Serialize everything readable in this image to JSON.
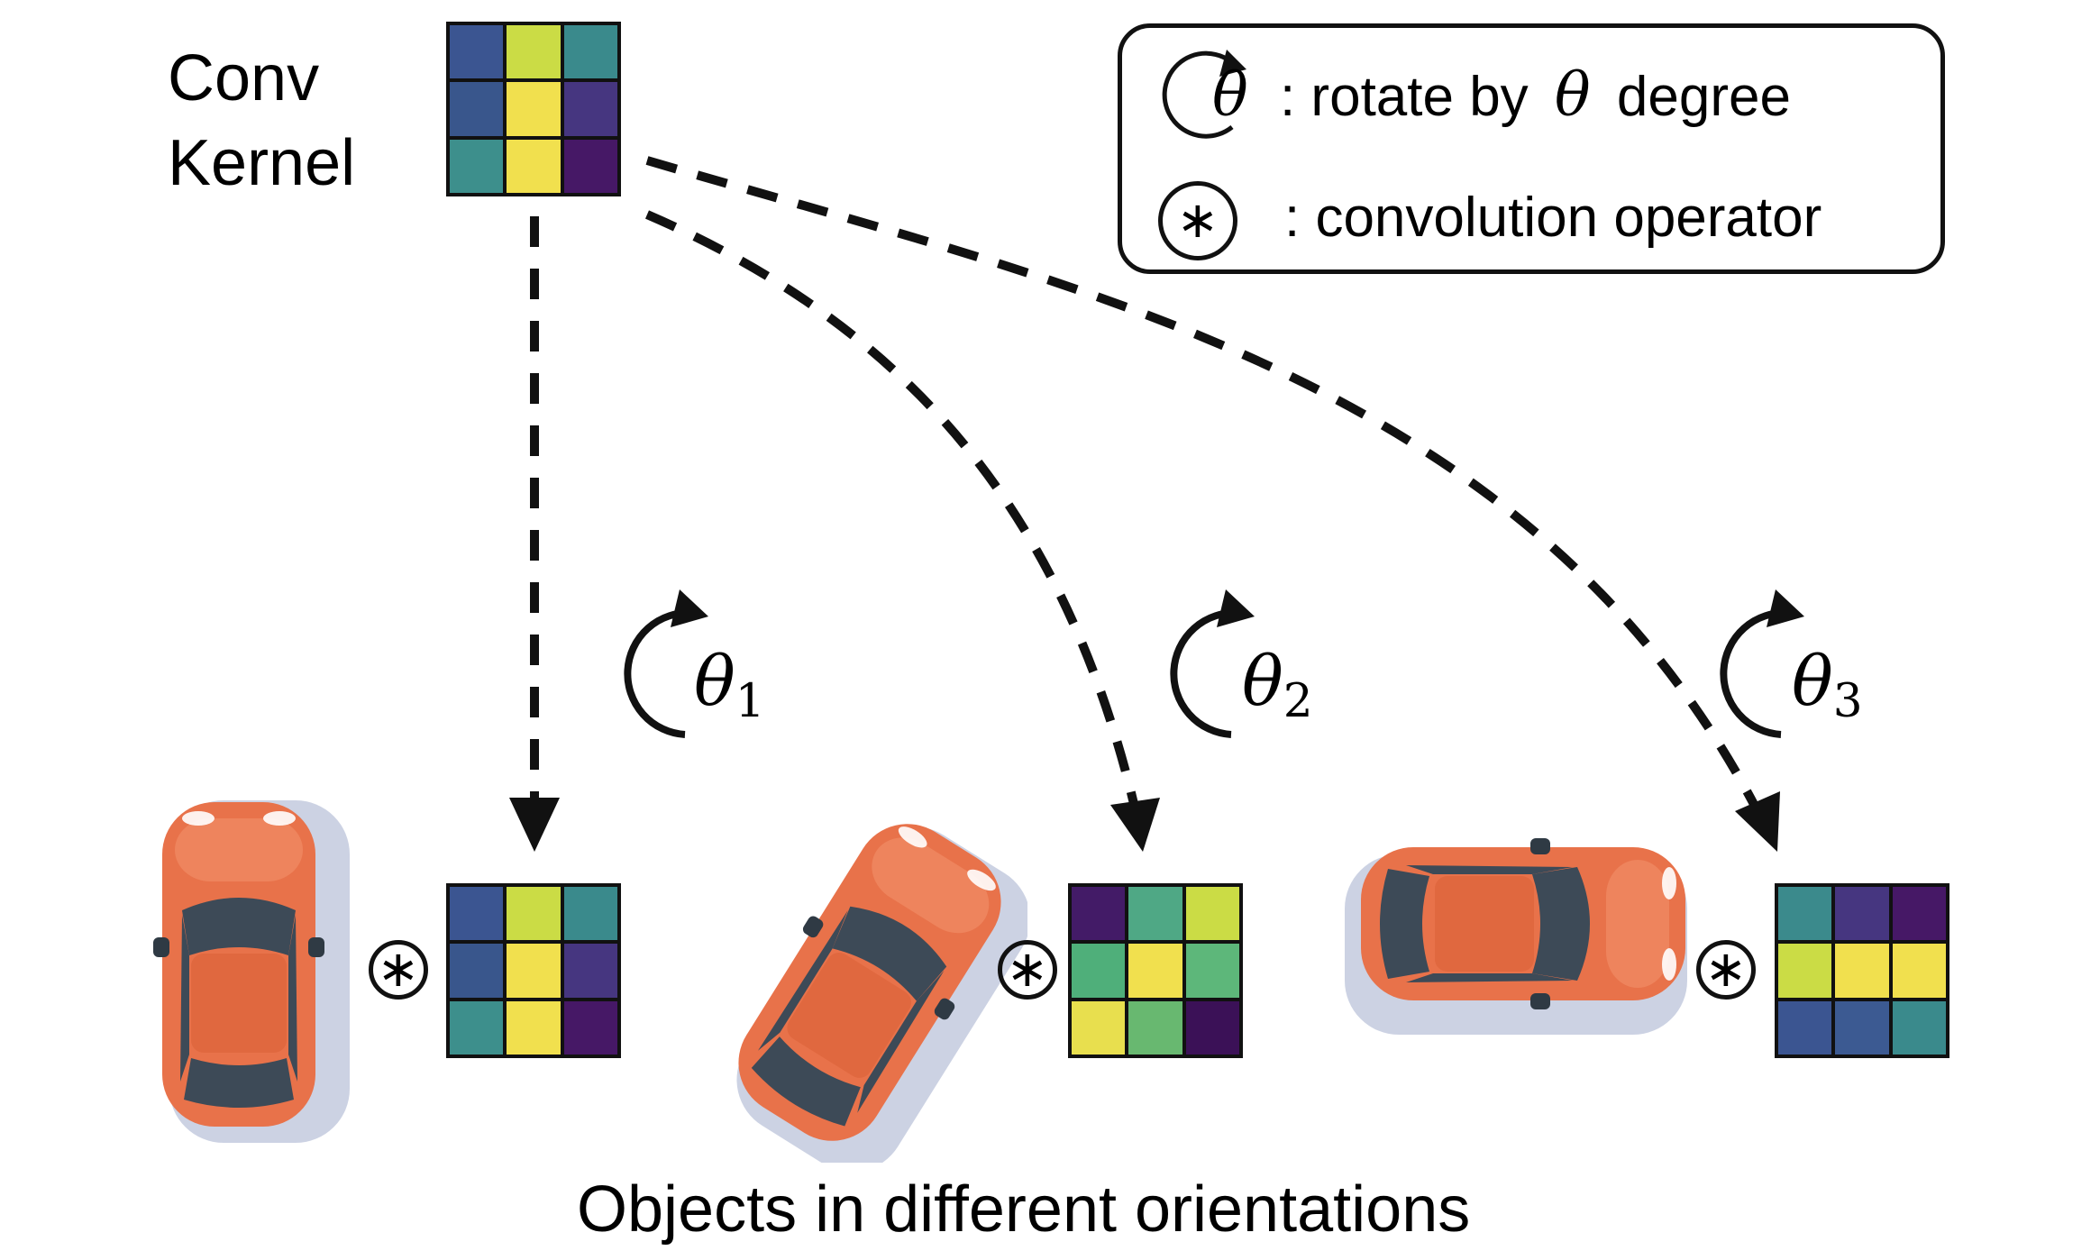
{
  "kernel_title": [
    "Conv",
    "Kernel"
  ],
  "legend": {
    "rotate_prefix": ": rotate by",
    "rotate_symbol": "θ",
    "rotate_suffix": "degree",
    "convolution_label": ": convolution operator",
    "convolution_symbol": "∗"
  },
  "caption": "Objects in different orientations",
  "rotations": [
    {
      "symbol": "θ",
      "index": "1"
    },
    {
      "symbol": "θ",
      "index": "2"
    },
    {
      "symbol": "θ",
      "index": "3"
    }
  ],
  "conv_symbol": "∗",
  "kernels": {
    "original": [
      "#3b5591",
      "#cbdc45",
      "#3a8a8c",
      "#39568c",
      "#f1e04e",
      "#463680",
      "#3d8f8c",
      "#f1e04e",
      "#461866"
    ],
    "rotated_1": [
      "#3b5591",
      "#cbdc45",
      "#3a8a8c",
      "#39568c",
      "#f1e04e",
      "#463680",
      "#3d8f8c",
      "#f1e04e",
      "#461866"
    ],
    "rotated_2": [
      "#431b67",
      "#4fa885",
      "#cbdc45",
      "#4faf7a",
      "#f1e04e",
      "#5db77a",
      "#e8df4e",
      "#68b870",
      "#3b1157"
    ],
    "rotated_3": [
      "#3b8a8c",
      "#463680",
      "#461866",
      "#cbdc45",
      "#f1e04e",
      "#f1e04e",
      "#3b5591",
      "#3c5a92",
      "#3a8a8c"
    ]
  },
  "colors": {
    "car_body": "#e8724a",
    "car_body_dark": "#c85a36",
    "car_glass": "#3d4a57",
    "shadow": "#c6cde0"
  }
}
